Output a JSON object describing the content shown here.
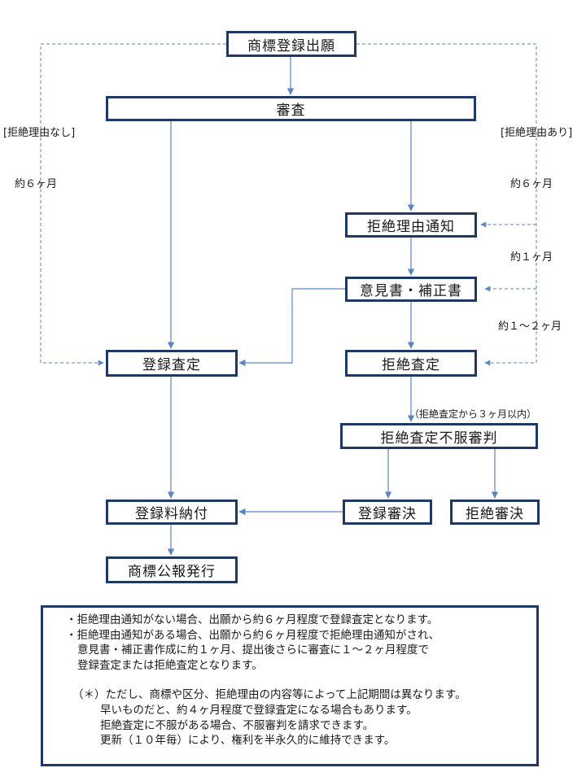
{
  "nodes": {
    "application": "商標登録出願",
    "examination": "審査",
    "refusal_notice": "拒絶理由通知",
    "opinion": "意見書・補正書",
    "registration_decision": "登録査定",
    "refusal_decision": "拒絶査定",
    "appeal": "拒絶査定不服審判",
    "trial_registration": "登録審決",
    "trial_refusal": "拒絶審決",
    "fee_payment": "登録料納付",
    "gazette": "商標公報発行"
  },
  "labels": {
    "no_refusal_reason": "[拒絶理由なし]",
    "with_refusal_reason": "[拒絶理由あり]",
    "approx_6_months_left": "約６ヶ月",
    "approx_6_months_right": "約６ヶ月",
    "approx_1_month": "約１ヶ月",
    "approx_1_2_months": "約１～２ヶ月",
    "within_3_months": "（拒絶査定から３ヶ月以内）"
  },
  "notes": {
    "line1": "・拒絶理由通知がない場合、出願から約６ヶ月程度で登録査定となります。",
    "line2": "・拒絶理由通知がある場合、出願から約６ヶ月程度で拒絶理由通知がされ、",
    "line3": "意見書・補正書作成に約１ヶ月、提出後さらに審査に１～２ヶ月程度で",
    "line4": "登録査定または拒絶査定となります。",
    "line5": "（＊）ただし、商標や区分、拒絶理由の内容等によって上記期間は異なります。",
    "line6": "早いものだと、約４ヶ月程度で登録査定になる場合もあります。",
    "line7": "拒絶査定に不服がある場合、不服審判を請求できます。",
    "line8": "更新（１０年毎）により、権利を半永久的に維持できます。"
  },
  "colors": {
    "box_border": "#1f3864",
    "arrow": "#5b86c5"
  }
}
